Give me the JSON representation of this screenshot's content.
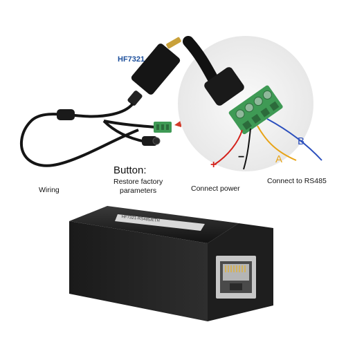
{
  "labels": {
    "model": "HF7321",
    "button_title": "Button:",
    "button_desc_line1": "Restore factory",
    "button_desc_line2": "parameters",
    "wiring": "Wiring",
    "connect_power": "Connect power",
    "connect_rs485": "Connect to RS485",
    "wire_a": "A",
    "wire_b": "B",
    "plus": "+",
    "minus": "−"
  },
  "device_label_text": "HF7321-RS485/ETH",
  "colors": {
    "device_body": "#1c1c1c",
    "terminal_green": "#3f9a55",
    "wire_red": "#d4221c",
    "wire_yellow": "#e8a418",
    "wire_blue": "#2b4fbd",
    "arrow_red": "#d23a2a"
  }
}
